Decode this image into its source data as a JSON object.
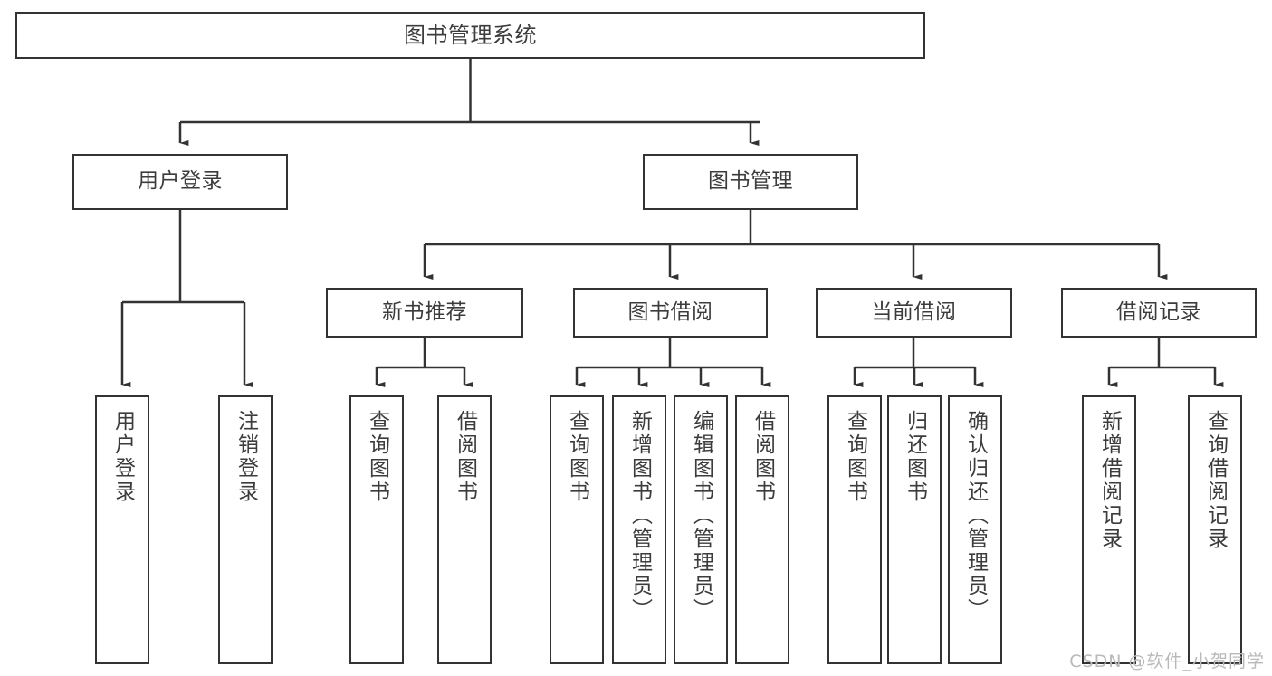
{
  "diagram": {
    "title": "图书管理系统",
    "type": "tree",
    "watermark": "CSDN @软件_小贺同学",
    "colors": {
      "stroke": "#333333",
      "fill": "#ffffff",
      "text": "#3c3c3c",
      "watermark": "#b9b9b9"
    },
    "nodes": {
      "root": {
        "label": "图书管理系统"
      },
      "level2": [
        {
          "label": "用户登录"
        },
        {
          "label": "图书管理"
        }
      ],
      "level3": [
        {
          "label": "新书推荐"
        },
        {
          "label": "图书借阅"
        },
        {
          "label": "当前借阅"
        },
        {
          "label": "借阅记录"
        }
      ],
      "leaves": {
        "user_login": [
          {
            "label": "用户登录"
          },
          {
            "label": "注销登录"
          }
        ],
        "new_book": [
          {
            "label": "查询图书"
          },
          {
            "label": "借阅图书"
          }
        ],
        "book_borrow": [
          {
            "label": "查询图书"
          },
          {
            "label": "新增图书（管理员）"
          },
          {
            "label": "编辑图书（管理员）"
          },
          {
            "label": "借阅图书"
          }
        ],
        "current_borrow": [
          {
            "label": "查询图书"
          },
          {
            "label": "归还图书"
          },
          {
            "label": "确认归还（管理员）"
          }
        ],
        "borrow_record": [
          {
            "label": "新增借阅记录"
          },
          {
            "label": "查询借阅记录"
          }
        ]
      }
    }
  }
}
